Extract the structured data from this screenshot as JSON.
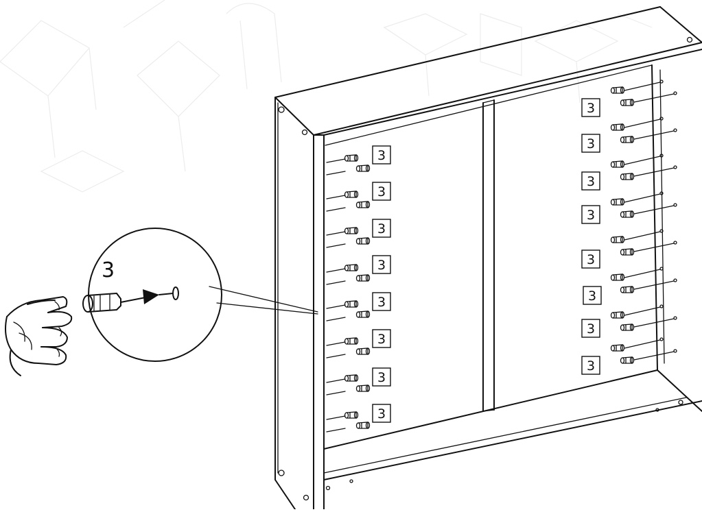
{
  "callout": {
    "part_number": "3"
  },
  "left_side": {
    "part_labels": [
      "3",
      "3",
      "3",
      "3",
      "3",
      "3",
      "3",
      "3"
    ]
  },
  "right_side": {
    "part_labels": [
      "3",
      "3",
      "3",
      "3",
      "3",
      "3",
      "3",
      "3"
    ]
  }
}
